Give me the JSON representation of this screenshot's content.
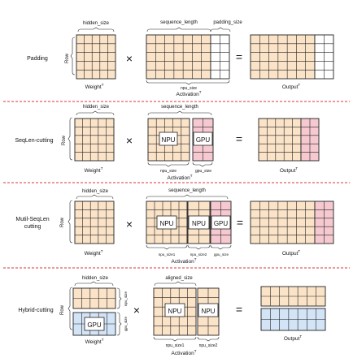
{
  "colors": {
    "npu_fill": "#fbe3c8",
    "gpu_fill": "#f6c9d1",
    "blue_fill": "#d3e4f6",
    "white_fill": "#ffffff",
    "divider": "#d9343a",
    "stroke": "#222222"
  },
  "common": {
    "row_label": "Row",
    "weight_label": "Weight",
    "output_label": "Output",
    "transpose_mark": "T",
    "times": "×",
    "equals": "="
  },
  "sections": {
    "padding": {
      "title": "Padding",
      "hidden_size": "hidden_size",
      "sequence_length": "sequence_length",
      "padding_size": "padding_size",
      "npu_size": "npu_size",
      "activation": "Activation"
    },
    "seqlen_cutting": {
      "title": "SeqLen-cutting",
      "hidden_size": "hidden_size",
      "sequence_length": "sequence_length",
      "npu_label": "NPU",
      "gpu_label": "GPU",
      "npu_size": "npu_size",
      "gpu_size": "gpu_size",
      "activation": "Activation"
    },
    "multi_seqlen": {
      "title_line1": "Mutil-SeqLen",
      "title_line2": "cutting",
      "hidden_size": "hidden_size",
      "sequence_length": "sequence_length",
      "npu_label": "NPU",
      "gpu_label": "GPU",
      "npu_size1": "npu_size1",
      "npu_size2": "npu_size2",
      "gpu_size": "gpu_size",
      "activation": "Activation"
    },
    "hybrid_cutting": {
      "title": "Hybrid-cutting",
      "hidden_size": "hidden_size",
      "aligned_size": "aligned_size",
      "npu_label": "NPU",
      "gpu_label": "GPU",
      "npu_size": "npu_size",
      "gpu_size": "gpu_size",
      "npu_size1": "npu_size1",
      "npu_size2": "npu_size2",
      "activation": "Activation"
    }
  }
}
